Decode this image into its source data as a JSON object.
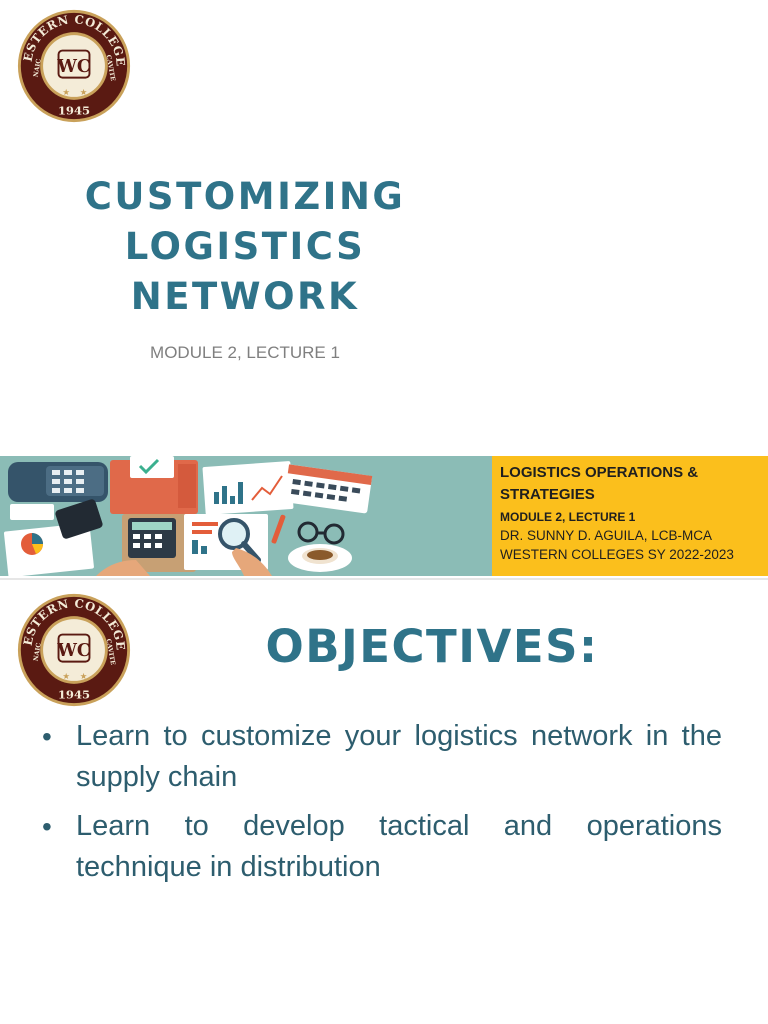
{
  "slide1": {
    "seal": {
      "name": "WESTERN COLLEGES",
      "year": "1945",
      "left": "NAIC",
      "right": "CAVITE",
      "initials": "WC"
    },
    "title_lines": [
      "CUSTOMIZING",
      "LOGISTICS",
      "NETWORK"
    ],
    "subtitle": "MODULE 2, LECTURE 1",
    "banner": {
      "course": "LOGISTICS OPERATIONS & STRATEGIES",
      "module": "MODULE 2, LECTURE 1",
      "instructor": "DR. SUNNY D. AGUILA, LCB-MCA",
      "school_year": "WESTERN COLLEGES SY 2022-2023"
    }
  },
  "slide2": {
    "seal": {
      "name": "WESTERN COLLEGES",
      "year": "1945",
      "left": "NAIC",
      "right": "CAVITE",
      "initials": "WC"
    },
    "heading": "OBJECTIVES:",
    "objectives": [
      "Learn to customize your logistics network in the supply chain",
      "Learn to develop tactical and operations technique in distribution"
    ],
    "bullet": "•"
  },
  "colors": {
    "title_teal": "#2f7389",
    "body_teal": "#2d5d6e",
    "banner_yellow": "#fbbf1c",
    "banner_teal": "#8bbcb6",
    "seal_maroon": "#5a1a12",
    "seal_gold": "#c9a15a"
  }
}
